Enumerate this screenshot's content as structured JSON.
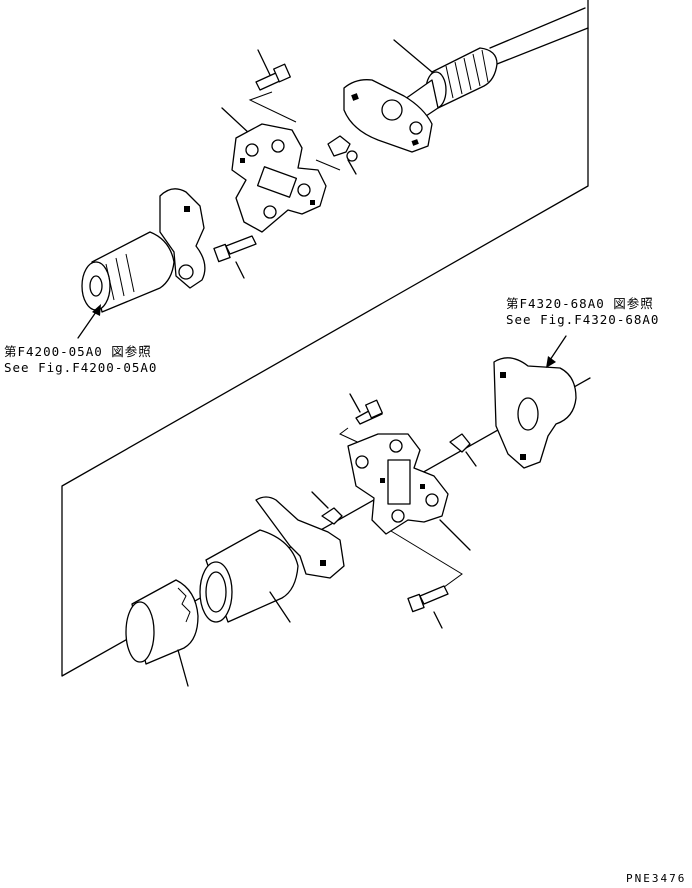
{
  "references": {
    "upper": {
      "line1": "第F4200-05A0 図参照",
      "line2": "See Fig.F4200-05A0"
    },
    "lower": {
      "line1": "第F4320-68A0 図参照",
      "line2": "See Fig.F4320-68A0"
    }
  },
  "drawing_code": "PNE3476",
  "colors": {
    "ink": "#000000",
    "paper": "#ffffff"
  }
}
